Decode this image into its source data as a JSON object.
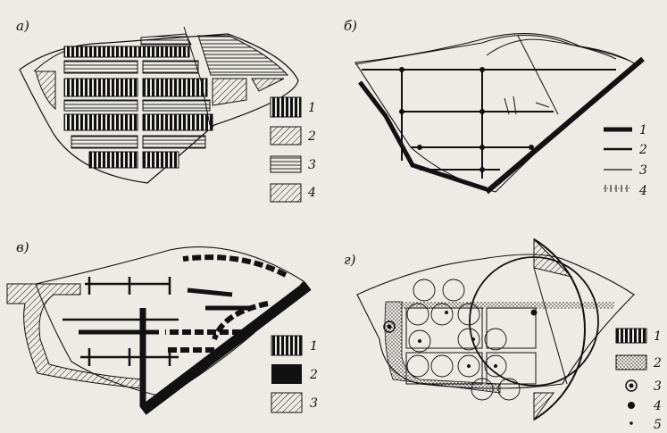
{
  "panels": [
    {
      "id": "a",
      "label": "а)",
      "legend": [
        "1",
        "2",
        "3",
        "4"
      ]
    },
    {
      "id": "b",
      "label": "б)",
      "legend": [
        "1",
        "2",
        "3",
        "4"
      ]
    },
    {
      "id": "v",
      "label": "в)",
      "legend": [
        "1",
        "2",
        "3"
      ]
    },
    {
      "id": "g",
      "label": "г)",
      "legend": [
        "1",
        "2",
        "3",
        "4",
        "5"
      ]
    }
  ],
  "colors": {
    "ink": "#111111",
    "paper": "#ecebe6"
  }
}
